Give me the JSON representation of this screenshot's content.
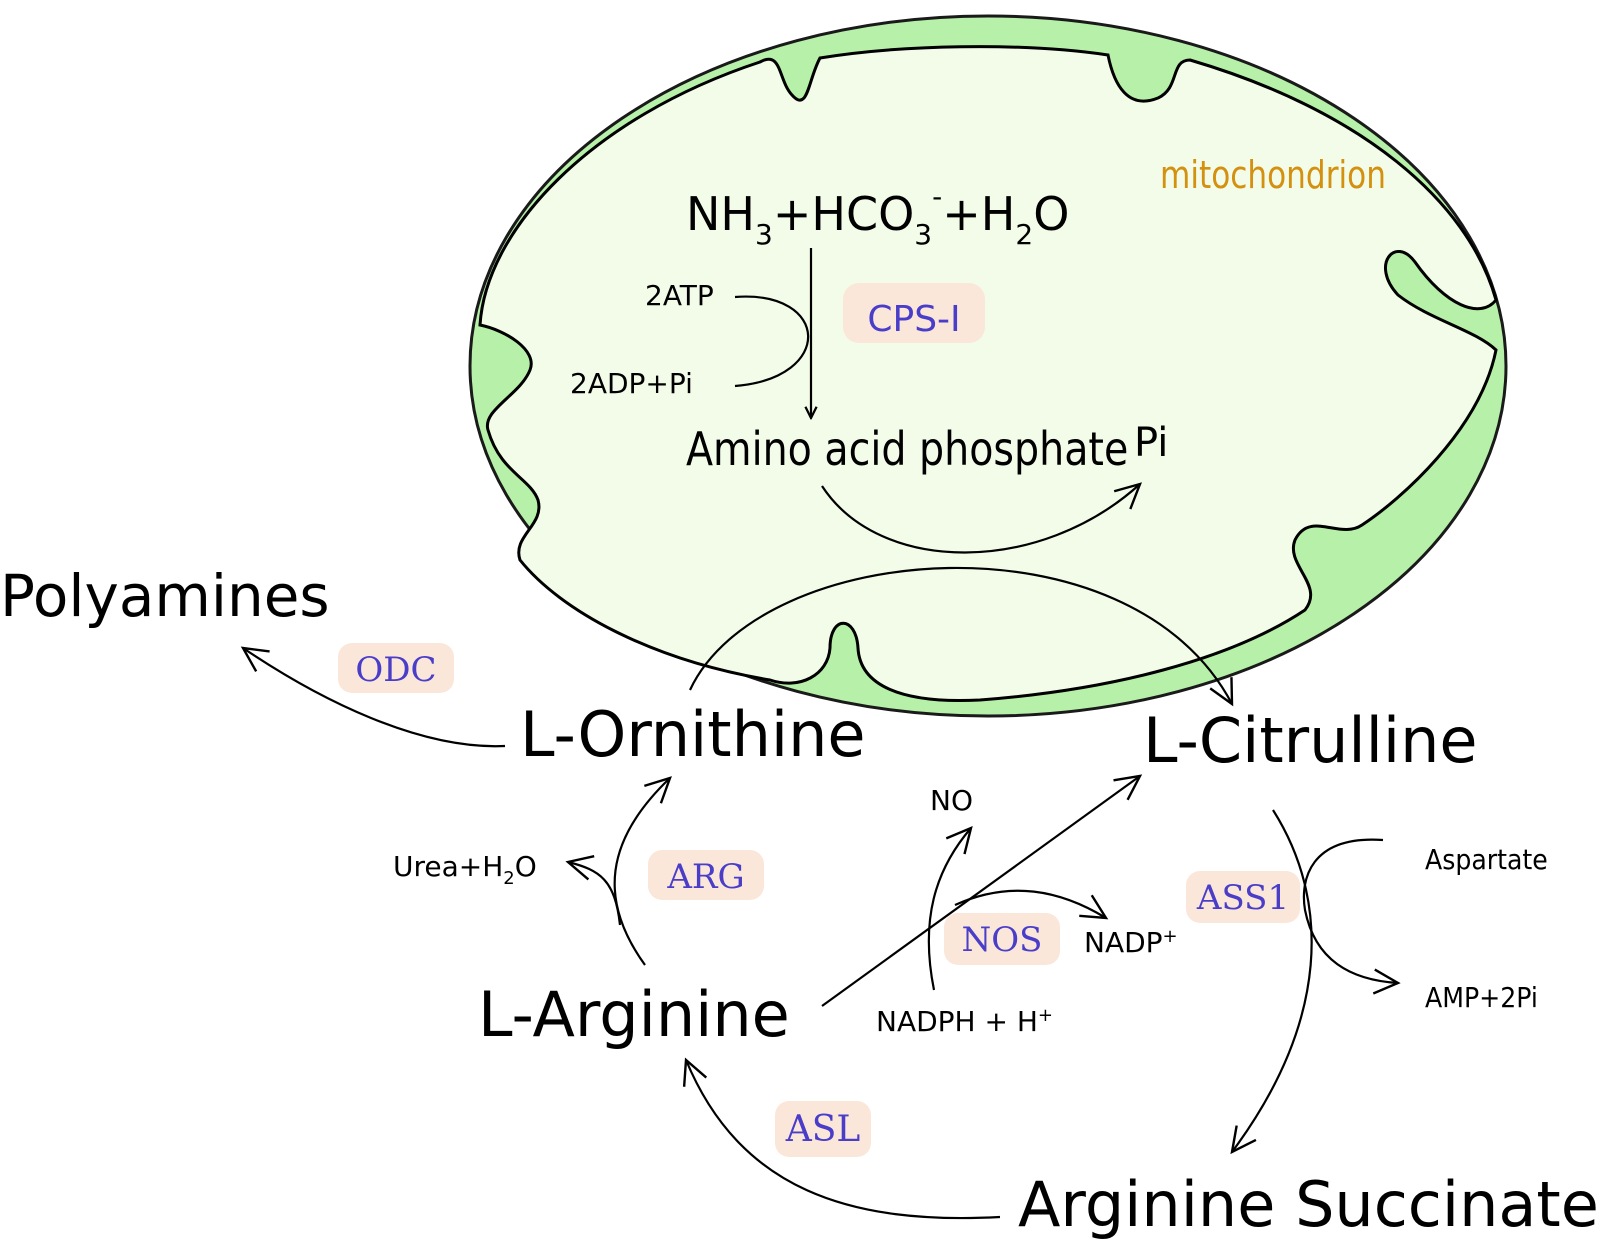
{
  "compartment": {
    "label": "mitochondrion",
    "label_color": "#d4900f",
    "membrane_color": "#b7f0a9",
    "matrix_color": "#f2fce9"
  },
  "reactions": {
    "cps": {
      "substrate_parts": [
        "NH",
        "3",
        "+HCO",
        "3",
        "-",
        "+H",
        "2",
        "O"
      ],
      "cofactor_in": "2ATP",
      "cofactor_out": "2ADP+Pi",
      "enzyme": "CPS-I",
      "product": "Amino acid phosphate",
      "byproduct": "Pi"
    },
    "arg": {
      "enzyme": "ARG",
      "byproduct_parts": [
        "Urea+H",
        "2",
        "O"
      ]
    },
    "nos": {
      "enzyme": "NOS",
      "product_no": "NO",
      "cofactor_out_parts": [
        "NADP",
        "+"
      ],
      "cofactor_in_parts": [
        "NADPH + H",
        "+"
      ]
    },
    "ass1": {
      "enzyme": "ASS1",
      "cofactor_in": "Aspartate",
      "cofactor_out": "AMP+2Pi"
    },
    "asl": {
      "enzyme": "ASL"
    },
    "odc": {
      "enzyme": "ODC"
    }
  },
  "metabolites": {
    "polyamines": "Polyamines",
    "ornithine": "L-Ornithine",
    "citrulline": "L-Citrulline",
    "arginine": "L-Arginine",
    "argsucc": "Arginine Succinate"
  },
  "colors": {
    "enzyme_text": "#4a3ec9",
    "enzyme_badge": "#fbe7da",
    "arrow": "#000000"
  }
}
